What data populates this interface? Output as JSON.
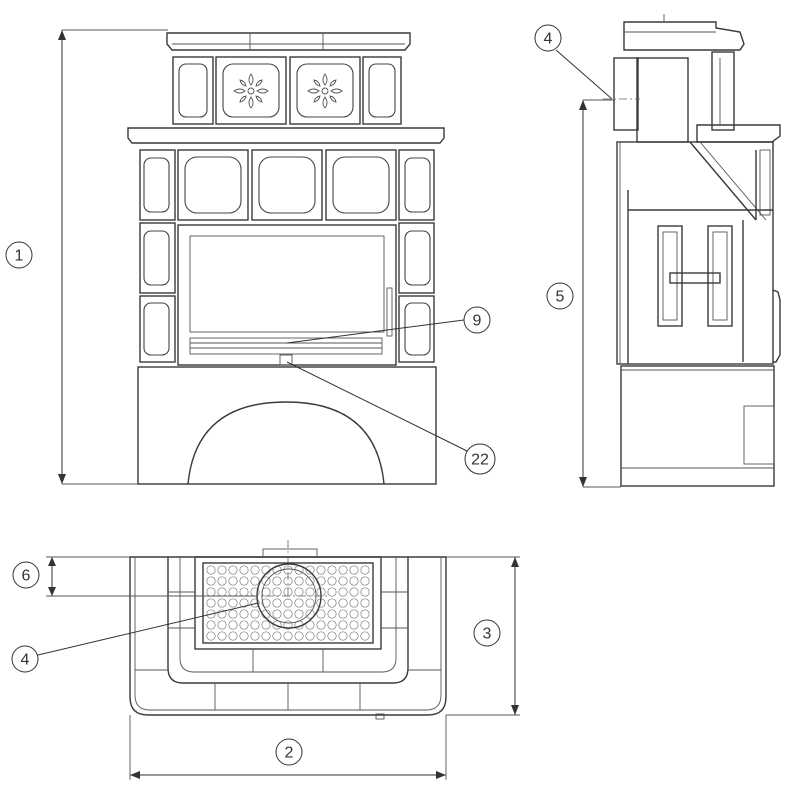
{
  "callouts": {
    "c1": "1",
    "c2": "2",
    "c3": "3",
    "c4_top": "4",
    "c4_plan": "4",
    "c5": "5",
    "c6": "6",
    "c9": "9",
    "c22": "22"
  },
  "colors": {
    "line": "#3a3a3a",
    "background": "#ffffff"
  }
}
